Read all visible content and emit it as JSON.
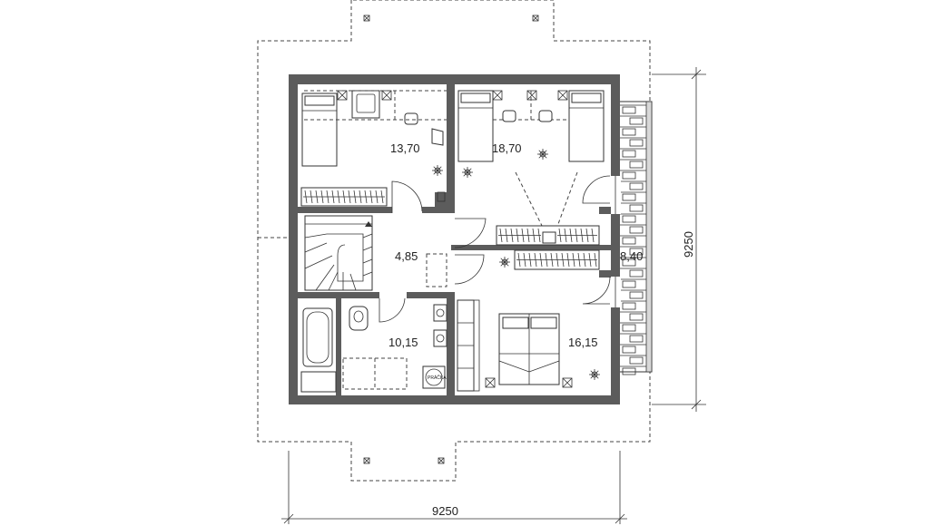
{
  "rooms": {
    "bedroom_nw": "13,70",
    "bedroom_ne": "18,70",
    "hall": "4,85",
    "balcony": "8,40",
    "bathroom": "10,15",
    "bedroom_se": "16,15"
  },
  "appliance": {
    "washer_label": "PRÁČKA"
  },
  "dimensions": {
    "width": "9250",
    "height": "9250"
  },
  "colors": {
    "wall": "#5c5c5c",
    "line": "#333333"
  }
}
